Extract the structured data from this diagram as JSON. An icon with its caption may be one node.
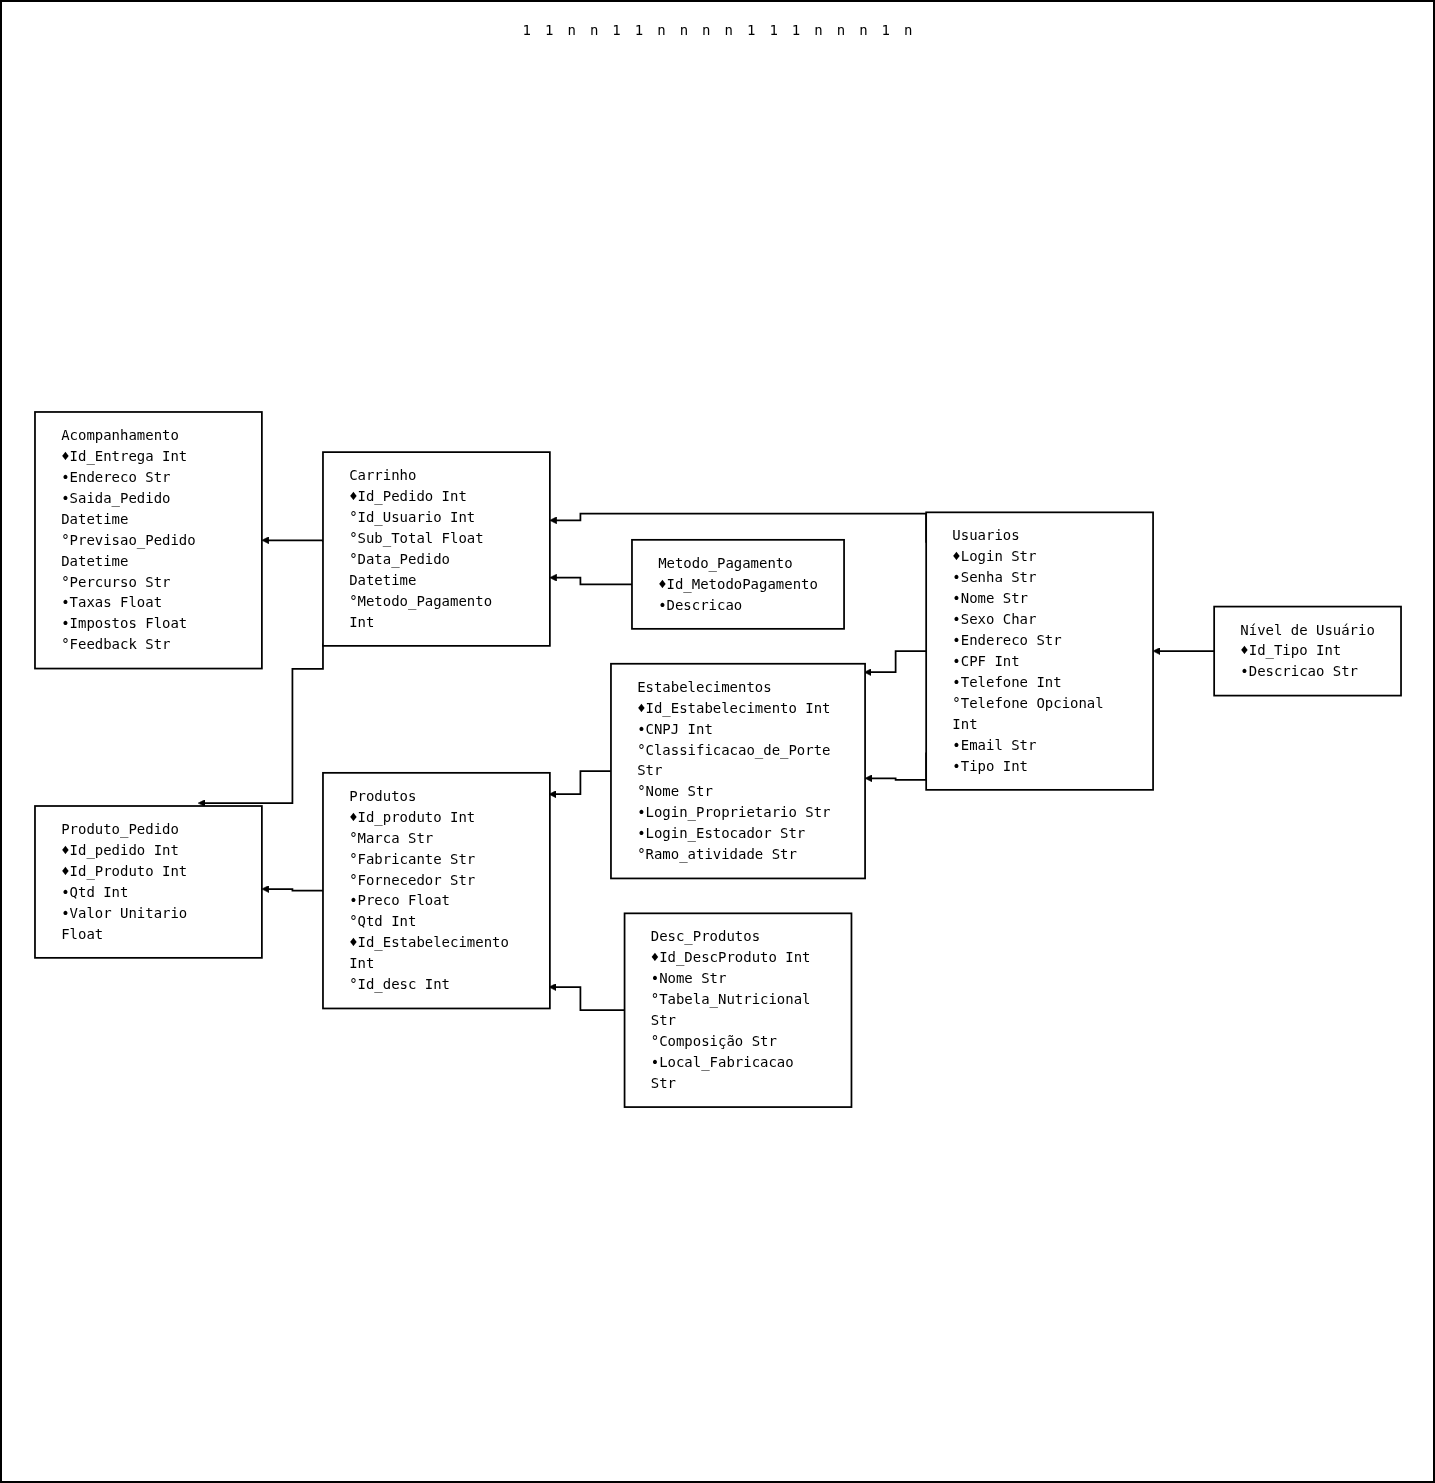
{
  "diagram": {
    "nodes": [
      {
        "text": [
          "Usuarios",
          "♦Login Str",
          "•Senha Str",
          "•Nome Str",
          "•Sexo Char",
          "•Endereco Str",
          "•CPF Int",
          "•Telefone Int",
          "°Telefone Opcional Int",
          "•Email Str",
          "•Tipo Int"
        ]
      },
      {
        "text": [
          "Acompanhamento",
          "♦Id_Entrega Int",
          "•Endereco Str",
          "•Saida_Pedido Datetime",
          "°Previsao_Pedido Datetime",
          "°Percurso Str",
          "•Taxas Float",
          "•Impostos Float",
          "°Feedback Str"
        ]
      },
      {
        "text": [
          "Nível de Usuário",
          "♦Id_Tipo Int",
          "•Descricao Str"
        ]
      },
      {
        "text": [
          "Carrinho",
          "♦Id_Pedido Int",
          "°Id_Usuario Int",
          "°Sub_Total Float",
          "°Data_Pedido Datetime",
          "°Metodo_Pagamento Int"
        ]
      },
      {
        "text": [
          "Produto_Pedido",
          "♦Id_pedido Int",
          "♦Id_Produto Int",
          "•Qtd Int",
          "•Valor Unitario Float"
        ]
      },
      {
        "text": [
          "Metodo_Pagamento",
          "♦Id_MetodoPagamento",
          "•Descricao"
        ]
      },
      {
        "text": [
          "Produtos",
          "♦Id_produto Int",
          "°Marca Str",
          "°Fabricante Str",
          "°Fornecedor Str",
          "•Preco Float",
          "°Qtd Int",
          "♦Id_Estabelecimento Int",
          "°Id_desc Int"
        ]
      },
      {
        "text": [
          "Estabelecimentos",
          "♦Id_Estabelecimento Int",
          "•CNPJ Int",
          "°Classificacao_de_Porte Str",
          "°Nome Str",
          "•Login_Proprietario Str",
          "•Login_Estocador Str",
          "°Ramo_atividade Str"
        ]
      },
      {
        "text": [
          "Desc_Produtos",
          "♦Id_DescProduto Int",
          "•Nome Str",
          "°Tabela_Nutricional Str",
          "°Composição Str",
          "•Local_Fabricacao Str"
        ]
      }
    ],
    "edges": [
      {
        "from": 3,
        "to": 1,
        "arrow": "to"
      },
      {
        "from": 3,
        "to": 4,
        "arrow": "to"
      },
      {
        "from": 6,
        "to": 4,
        "arrow": "to"
      },
      {
        "from": 0,
        "to": 3,
        "arrow": "to"
      },
      {
        "from": 2,
        "to": 0,
        "arrow": "to"
      },
      {
        "from": 5,
        "to": 3,
        "arrow": "to"
      },
      {
        "from": 7,
        "to": 6,
        "arrow": "to"
      },
      {
        "from": 8,
        "to": 6,
        "arrow": "to"
      },
      {
        "from": 0,
        "to": 7,
        "arrow": "to"
      },
      {
        "from": 0,
        "to": 7,
        "arrow": "to"
      }
    ],
    "labels": [
      "1",
      "1",
      "n",
      "n",
      "1",
      "1",
      "n",
      "n",
      "n",
      "n",
      "1",
      "1",
      "1",
      "n",
      "n",
      "n",
      "1",
      "n"
    ]
  }
}
